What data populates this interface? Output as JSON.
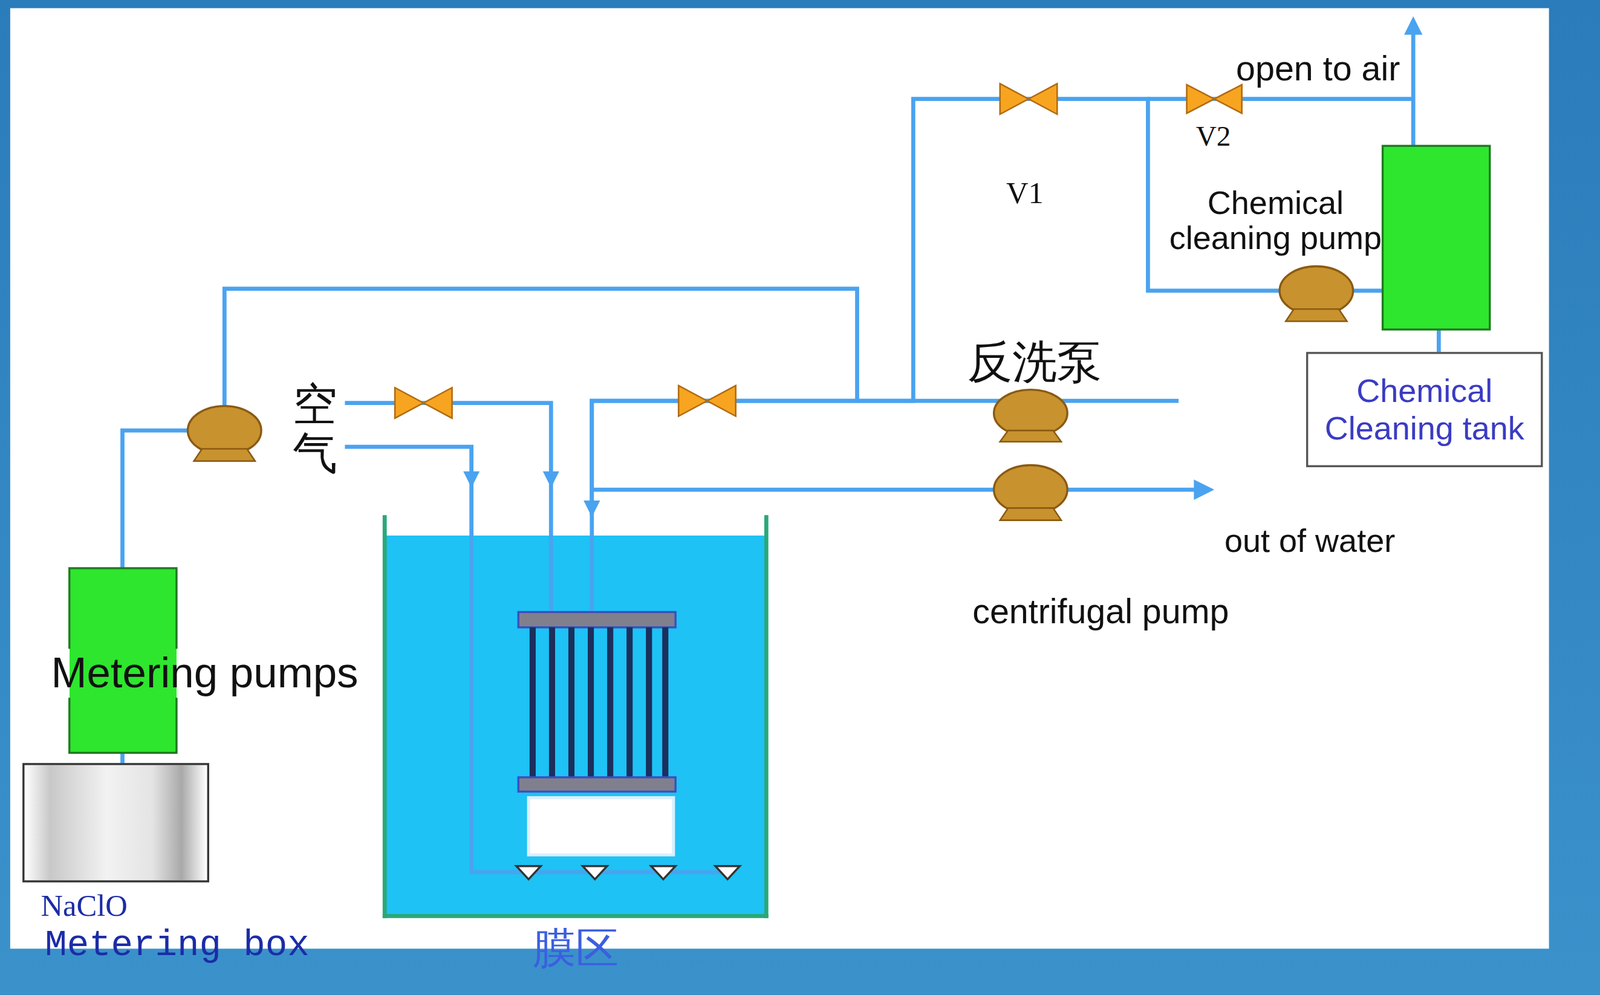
{
  "diagram": {
    "nodes": [
      {
        "text": [
          "NaClO",
          "Metering box"
        ]
      },
      {
        "text": [
          "膜区"
        ]
      },
      {
        "text": [
          "Chemical Cleaning tank"
        ]
      }
    ],
    "edges": [
      {
        "from": 0,
        "to": 1,
        "arrow": "to"
      },
      {
        "from": 2,
        "to": 1,
        "arrow": "to"
      }
    ],
    "labels": [
      "Metering pumps",
      "空气",
      "反洗泵",
      "V1",
      "V2",
      "open to air",
      "Chemical cleaning pump",
      "out of water",
      "centrifugal pump"
    ]
  }
}
